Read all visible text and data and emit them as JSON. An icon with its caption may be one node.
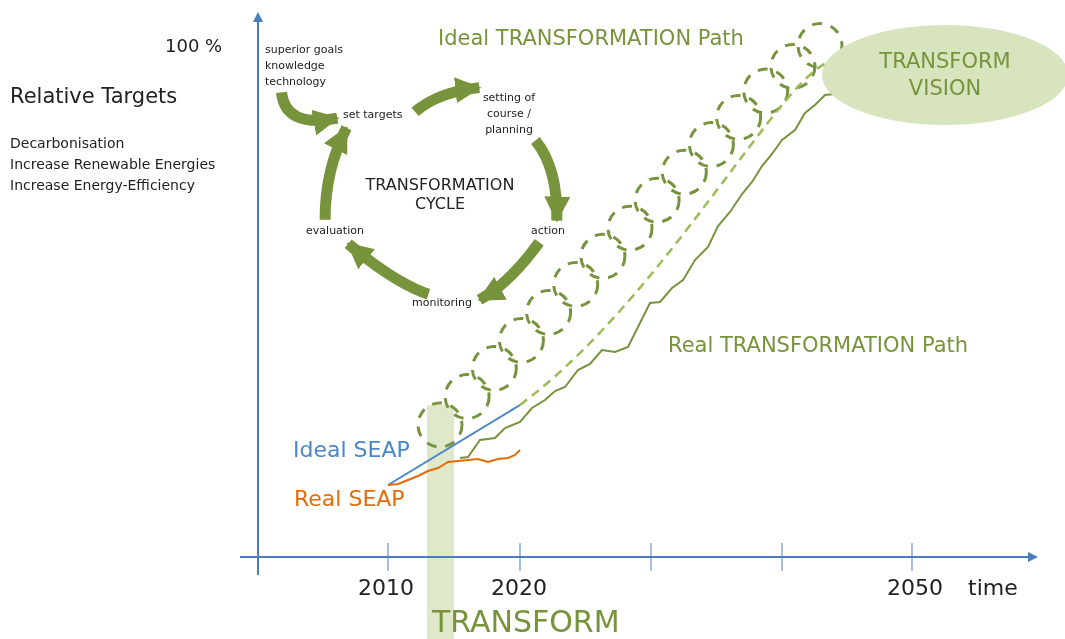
{
  "diagram": {
    "nodes": [
      {
        "text": [
          "superior goals knowledge technology"
        ]
      },
      {
        "text": [
          "set targets"
        ]
      },
      {
        "text": [
          "setting of course / planning"
        ]
      },
      {
        "text": [
          "action"
        ]
      },
      {
        "text": [
          "monitoring"
        ]
      },
      {
        "text": [
          "evaluation"
        ]
      },
      {
        "text": [
          "TRANSFORM VISION"
        ]
      }
    ],
    "edges": [
      {
        "from": 0,
        "to": 1,
        "arrow": "to"
      },
      {
        "from": 1,
        "to": 2,
        "arrow": "to"
      },
      {
        "from": 2,
        "to": 3,
        "arrow": "to"
      },
      {
        "from": 3,
        "to": 4,
        "arrow": "to"
      },
      {
        "from": 4,
        "to": 5,
        "arrow": "to"
      },
      {
        "from": 5,
        "to": 1,
        "arrow": "to"
      }
    ],
    "labels": [
      "100 %",
      "Relative Targets",
      "Decarbonisation",
      "Increase Renewable Energies",
      "Increase Energy-Efficiency",
      "Ideal TRANSFORMATION Path",
      "TRANSFORMATION CYCLE",
      "Real TRANSFORMATION Path",
      "Ideal SEAP",
      "Real SEAP",
      "2010",
      "2020",
      "2050",
      "time",
      "TRANSFORM"
    ]
  }
}
